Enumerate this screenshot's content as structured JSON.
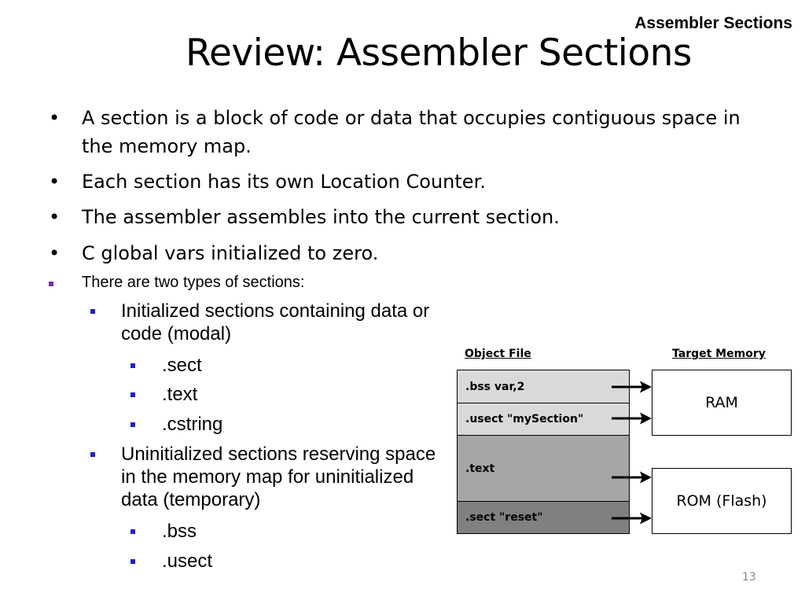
{
  "header": {
    "corner_title": "Assembler Sections",
    "title": "Review: Assembler Sections"
  },
  "bullets": [
    "A section is a block of code or data that occupies contiguous space in the memory map.",
    "Each section has its own Location Counter.",
    "The assembler assembles into the current section.",
    "C global vars initialized to zero."
  ],
  "bullet_glyph": "•",
  "types": {
    "intro": "There are two types of sections:",
    "intro_marker_color": "#7030a0",
    "sub_marker_color": "#1f1fd0",
    "initialized": {
      "label": "Initialized sections containing data or code (modal)",
      "items": [
        ".sect",
        ".text",
        ".cstring"
      ]
    },
    "uninitialized": {
      "label": "Uninitialized sections reserving space in the memory map for uninitialized data (temporary)",
      "items": [
        ".bss",
        ".usect"
      ]
    }
  },
  "diagram": {
    "object_file_header": "Object File",
    "target_memory_header": "Target Memory",
    "object_file_sections": [
      {
        "label": ".bss var,2",
        "fill": "#d9d9d9"
      },
      {
        "label": ".usect \"mySection\"",
        "fill": "#d9d9d9"
      },
      {
        "label": ".text",
        "fill": "#a6a6a6"
      },
      {
        "label": ".sect \"reset\"",
        "fill": "#808080"
      }
    ],
    "memory_regions": [
      {
        "label": "RAM"
      },
      {
        "label": "ROM (Flash)"
      }
    ]
  },
  "footer": {
    "page_number": "13"
  }
}
